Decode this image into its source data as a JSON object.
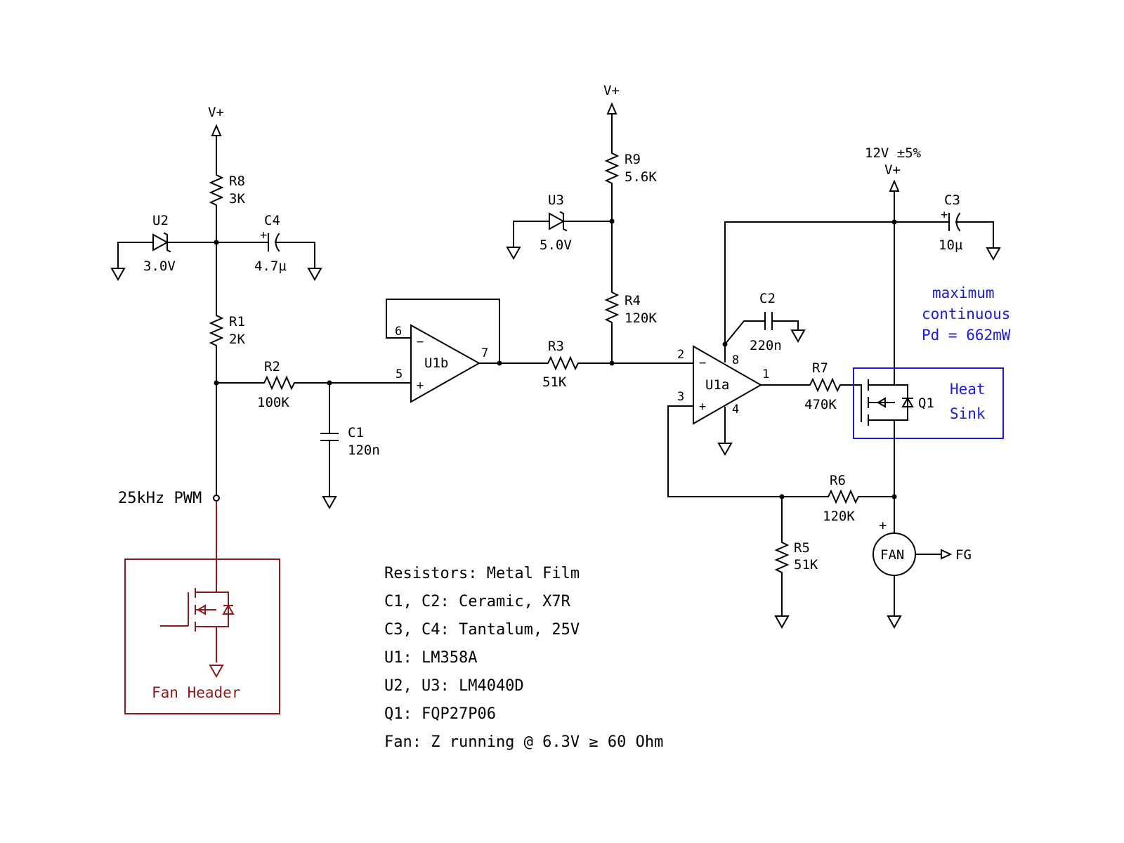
{
  "rails": {
    "vplus": "V+",
    "supply_12v": "12V ±5%"
  },
  "components": {
    "R8": {
      "ref": "R8",
      "value": "3K"
    },
    "R1": {
      "ref": "R1",
      "value": "2K"
    },
    "R2": {
      "ref": "R2",
      "value": "100K"
    },
    "C1": {
      "ref": "C1",
      "value": "120n"
    },
    "U2": {
      "ref": "U2",
      "value": "3.0V"
    },
    "C4": {
      "ref": "C4",
      "value": "4.7µ"
    },
    "U1b": {
      "ref": "U1b",
      "pin6": "6",
      "pin5": "5",
      "pin7": "7"
    },
    "U3": {
      "ref": "U3",
      "value": "5.0V"
    },
    "R9": {
      "ref": "R9",
      "value": "5.6K"
    },
    "R4": {
      "ref": "R4",
      "value": "120K"
    },
    "R3": {
      "ref": "R3",
      "value": "51K"
    },
    "U1a": {
      "ref": "U1a",
      "pin2": "2",
      "pin3": "3",
      "pin8": "8",
      "pin4": "4",
      "pin1": "1"
    },
    "C2": {
      "ref": "C2",
      "value": "220n"
    },
    "C3": {
      "ref": "C3",
      "value": "10µ"
    },
    "R7": {
      "ref": "R7",
      "value": "470K"
    },
    "Q1": {
      "ref": "Q1"
    },
    "R6": {
      "ref": "R6",
      "value": "120K"
    },
    "R5": {
      "ref": "R5",
      "value": "51K"
    },
    "FAN": {
      "label": "FAN",
      "plus": "+",
      "output": "FG"
    }
  },
  "signals": {
    "pwm": "25kHz PWM"
  },
  "annotations": {
    "heatsink": [
      "Heat",
      "Sink"
    ],
    "dissipation": [
      "maximum",
      "continuous",
      "Pd = 662mW"
    ],
    "fan_header": "Fan Header"
  },
  "notes": [
    "Resistors: Metal Film",
    "C1, C2: Ceramic, X7R",
    "C3, C4: Tantalum, 25V",
    "U1: LM358A",
    "U2, U3: LM4040D",
    "Q1: FQP27P06",
    "Fan: Z running @ 6.3V ≥ 60 Ohm"
  ]
}
